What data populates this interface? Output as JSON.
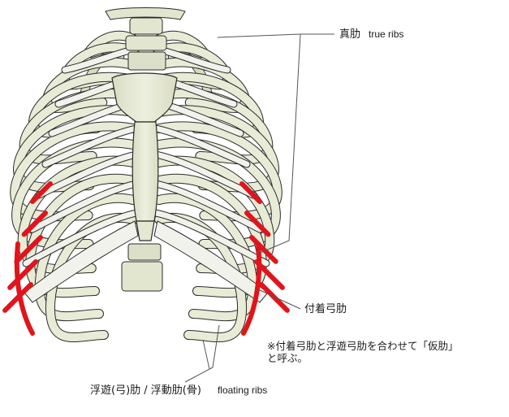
{
  "labels": {
    "true_ribs_ja": "真肋",
    "true_ribs_en": "true ribs",
    "false_ribs_ja": "付着弓肋",
    "note_line1": "※付着弓肋と浮遊弓肋を合わせて「仮肋」",
    "note_line2": "と呼ぶ。",
    "floating_ribs_ja": "浮遊(弓)肋 / 浮動肋(骨)",
    "floating_ribs_en": "floating ribs"
  },
  "colors": {
    "bone_fill": "#e8ebd6",
    "bone_shadow": "#c9cdb0",
    "cartilage": "#f1f2ec",
    "highlight_rib": "#e1141b",
    "outline": "#2b2b2b",
    "leader_line": "#555555"
  }
}
